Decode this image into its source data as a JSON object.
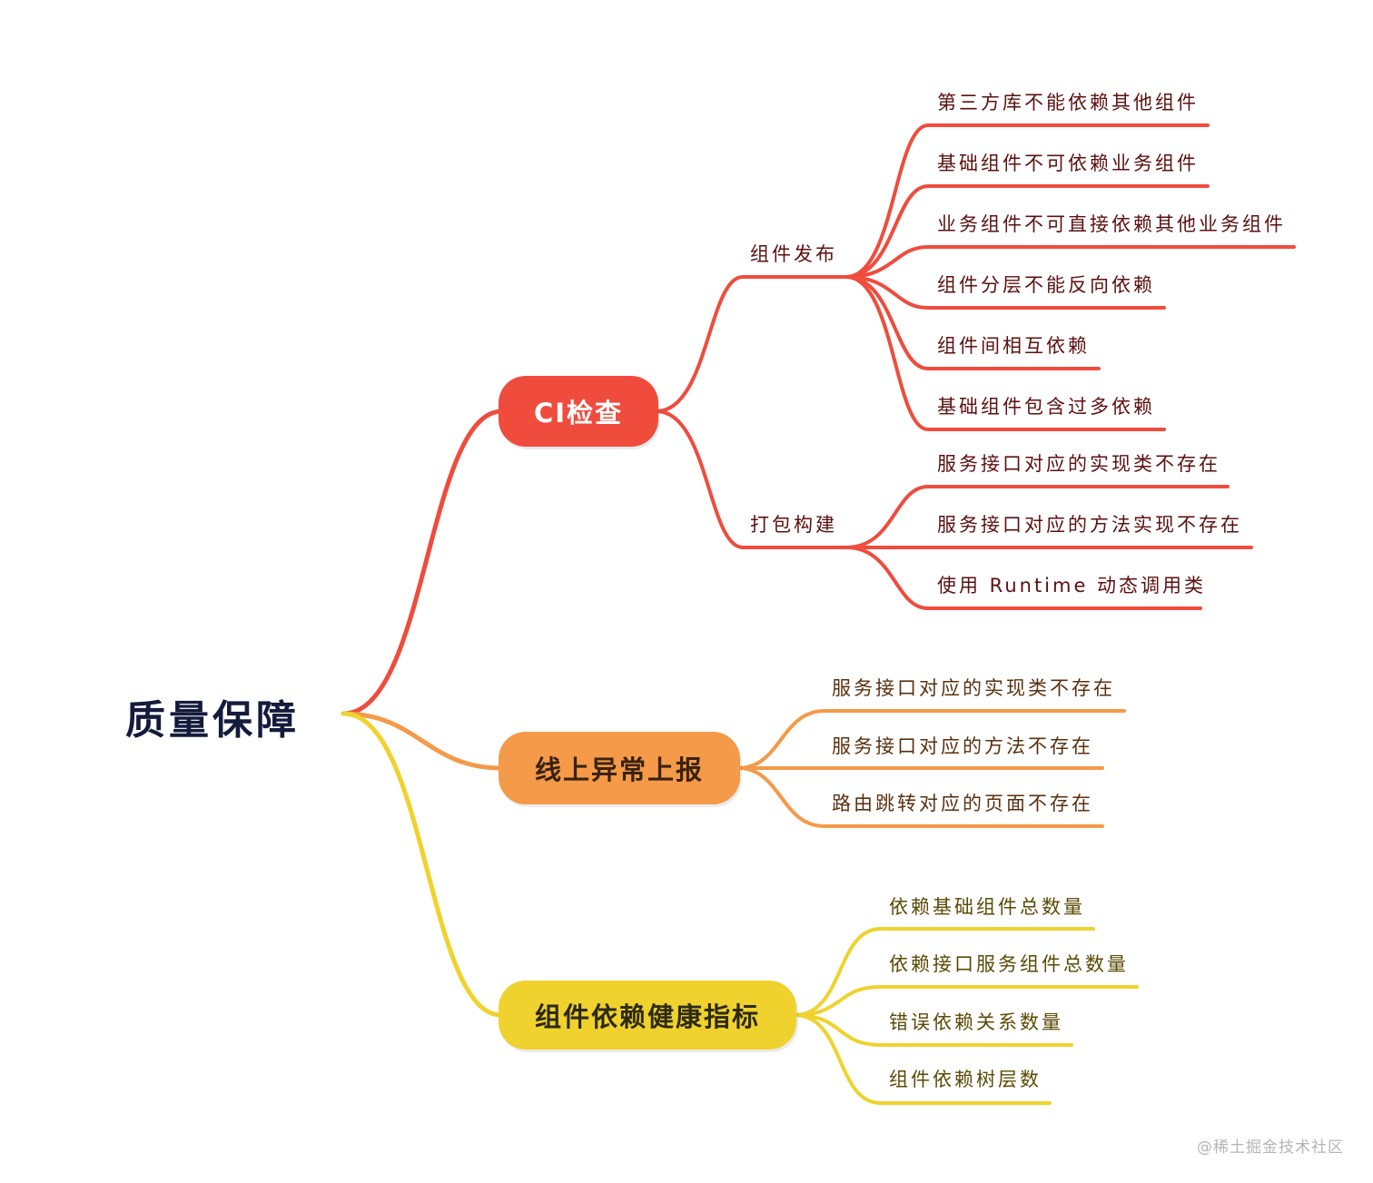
{
  "root": {
    "label": "质量保障"
  },
  "ci": {
    "label": "CI检查",
    "publish": {
      "label": "组件发布",
      "items": [
        "第三方库不能依赖其他组件",
        "基础组件不可依赖业务组件",
        "业务组件不可直接依赖其他业务组件",
        "组件分层不能反向依赖",
        "组件间相互依赖",
        "基础组件包含过多依赖"
      ]
    },
    "build": {
      "label": "打包构建",
      "items": [
        "服务接口对应的实现类不存在",
        "服务接口对应的方法实现不存在",
        "使用 Runtime 动态调用类"
      ]
    }
  },
  "online": {
    "label": "线上异常上报",
    "items": [
      "服务接口对应的实现类不存在",
      "服务接口对应的方法不存在",
      "路由跳转对应的页面不存在"
    ]
  },
  "health": {
    "label": "组件依赖健康指标",
    "items": [
      "依赖基础组件总数量",
      "依赖接口服务组件总数量",
      "错误依赖关系数量",
      "组件依赖树层数"
    ]
  },
  "colors": {
    "red": "#ef4c3d",
    "orange": "#f49a48",
    "yellow": "#f0d22e",
    "root_text": "#141b3c"
  },
  "watermark": "@稀土掘金技术社区"
}
